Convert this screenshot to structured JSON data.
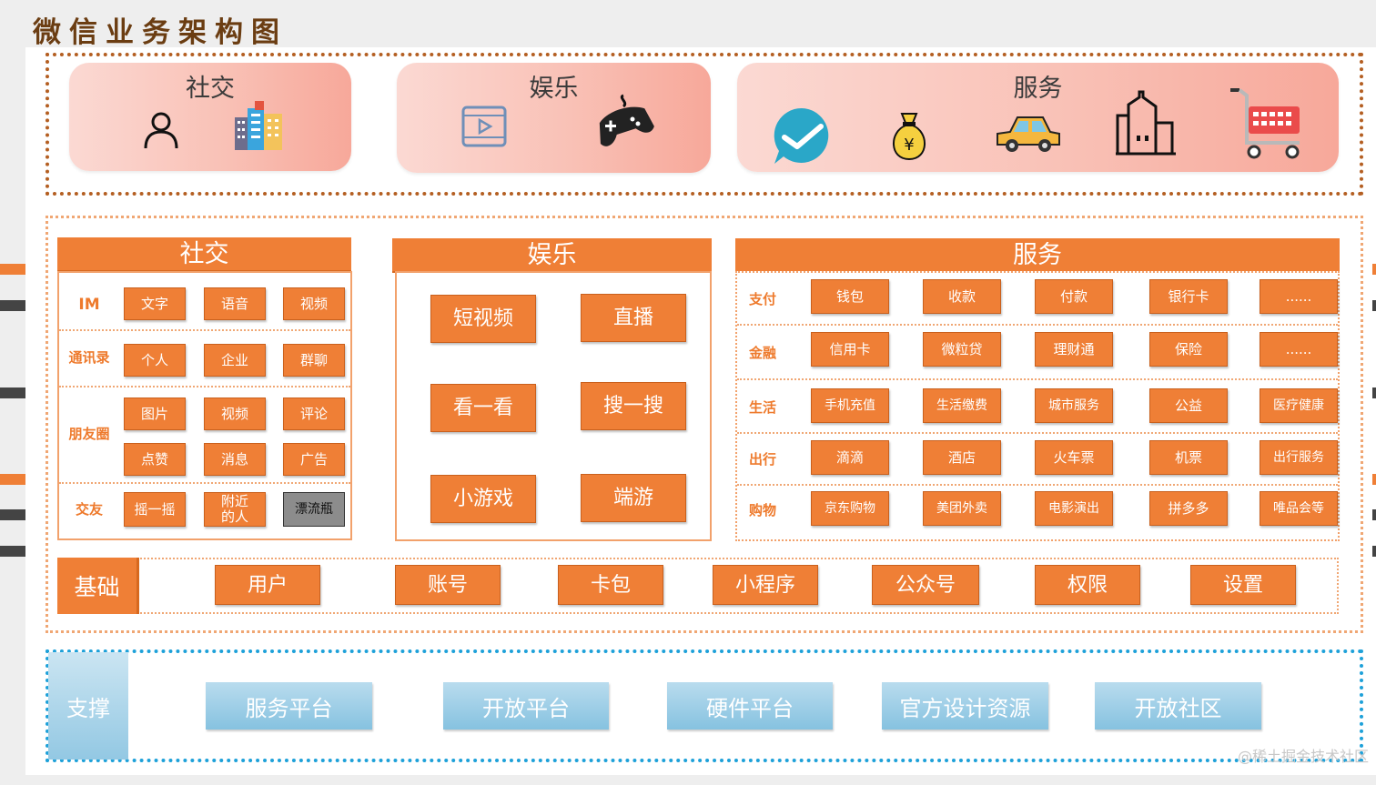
{
  "title": "微信业务架构图",
  "top": {
    "social": {
      "title": "社交",
      "icons": [
        "person-icon",
        "buildings-icon"
      ]
    },
    "entertainment": {
      "title": "娱乐",
      "icons": [
        "video-player-icon",
        "gamepad-icon"
      ]
    },
    "service": {
      "title": "服务",
      "icons": [
        "checkmark-bubble-icon",
        "money-bag-icon",
        "car-icon",
        "city-buildings-icon",
        "shopping-cart-icon"
      ],
      "yen": "¥"
    }
  },
  "social": {
    "header": "社交",
    "rows": [
      {
        "label": "IM",
        "items": [
          "文字",
          "语音",
          "视频"
        ]
      },
      {
        "label": "通讯录",
        "items": [
          "个人",
          "企业",
          "群聊"
        ]
      },
      {
        "label": "朋友圈",
        "items": [
          "图片",
          "视频",
          "评论",
          "点赞",
          "消息",
          "广告"
        ]
      },
      {
        "label": "交友",
        "items": [
          "摇一摇",
          "附近的人",
          "漂流瓶"
        ]
      }
    ]
  },
  "entertainment": {
    "header": "娱乐",
    "items": [
      "短视频",
      "直播",
      "看一看",
      "搜一搜",
      "小游戏",
      "端游"
    ]
  },
  "service": {
    "header": "服务",
    "rows": [
      {
        "label": "支付",
        "items": [
          "钱包",
          "收款",
          "付款",
          "银行卡",
          "......"
        ]
      },
      {
        "label": "金融",
        "items": [
          "信用卡",
          "微粒贷",
          "理财通",
          "保险",
          "......"
        ]
      },
      {
        "label": "生活",
        "items": [
          "手机充值",
          "生活缴费",
          "城市服务",
          "公益",
          "医疗健康"
        ]
      },
      {
        "label": "出行",
        "items": [
          "滴滴",
          "酒店",
          "火车票",
          "机票",
          "出行服务"
        ]
      },
      {
        "label": "购物",
        "items": [
          "京东购物",
          "美团外卖",
          "电影演出",
          "拼多多",
          "唯品会等"
        ]
      }
    ]
  },
  "base": {
    "label": "基础",
    "items": [
      "用户",
      "账号",
      "卡包",
      "小程序",
      "公众号",
      "权限",
      "设置"
    ]
  },
  "support": {
    "label": "支撑",
    "items": [
      "服务平台",
      "开放平台",
      "硬件平台",
      "官方设计资源",
      "开放社区"
    ]
  },
  "watermark": "@稀土掘金技术社区",
  "colors": {
    "orange": "#ef7f36",
    "brown": "#6b3d12",
    "blue_dash": "#1ea1d9",
    "support_blue": "#86c2e0"
  }
}
